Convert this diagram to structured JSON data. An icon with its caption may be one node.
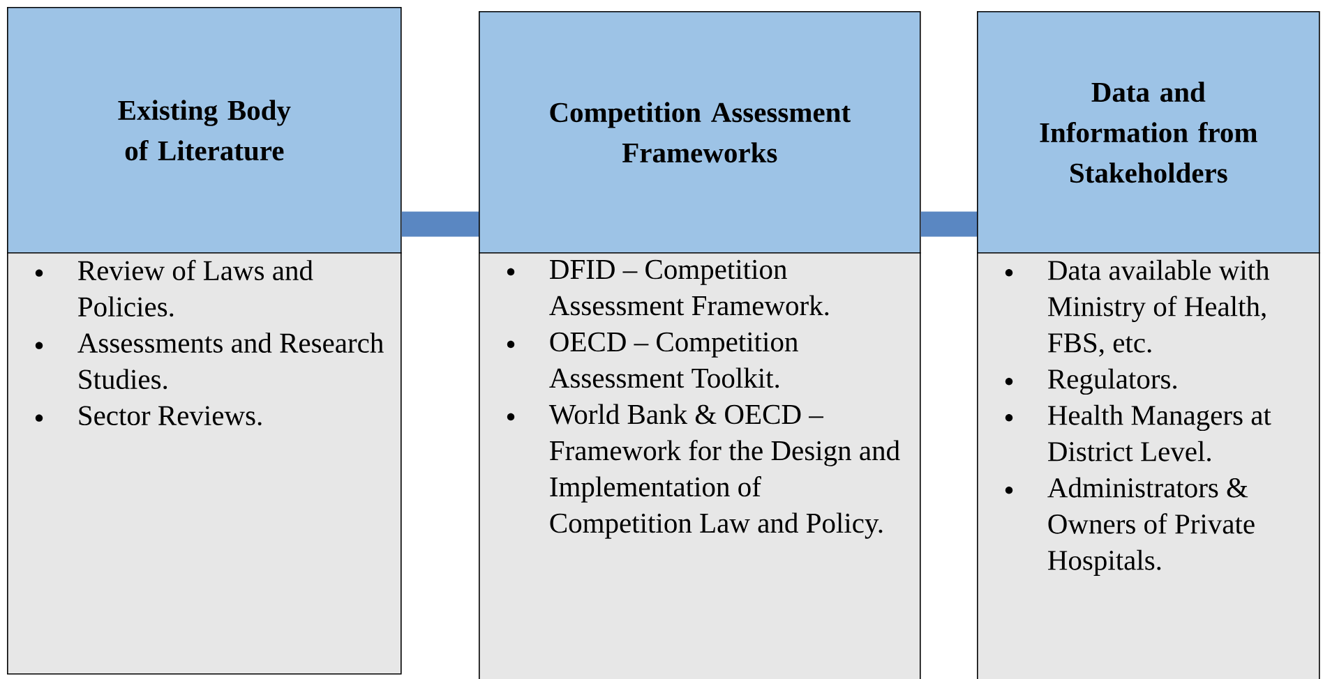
{
  "diagram": {
    "nodes": [
      {
        "text": [
          "Existing Body of Literature"
        ]
      },
      {
        "text": [
          "Review of Laws and Policies.",
          "Assessments and Research Studies.",
          "Sector Reviews."
        ]
      },
      {
        "text": [
          "Competition Assessment Frameworks"
        ]
      },
      {
        "text": [
          "DFID – Competition Assessment Framework.",
          "OECD – Competition Assessment Toolkit.",
          "World Bank & OECD – Framework for the Design and Implementation of Competition Law and Policy."
        ]
      },
      {
        "text": [
          "Data and Information from Stakeholders"
        ]
      },
      {
        "text": [
          "Data available with Ministry of Health, FBS, etc.",
          "Regulators.",
          "Health Managers at District Level.",
          "Administrators & Owners of Private Hospitals."
        ]
      }
    ],
    "edges": [
      {
        "from": 0,
        "to": 2,
        "arrow": "none"
      },
      {
        "from": 2,
        "to": 4,
        "arrow": "none"
      }
    ]
  }
}
